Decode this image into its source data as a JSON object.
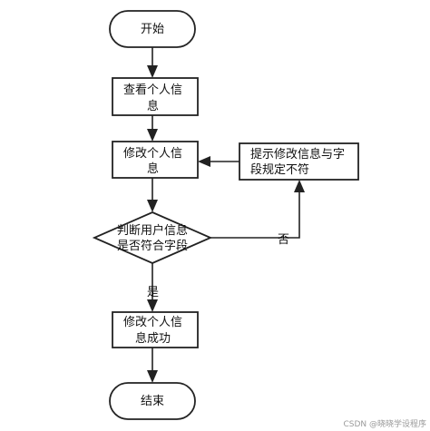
{
  "diagram": {
    "nodes": {
      "start": "开始",
      "view_line1": "查看个人信",
      "view_line2": "息",
      "edit_line1": "修改个人信",
      "edit_line2": "息",
      "decision_line1": "判断用户信息",
      "decision_line2": "是否符合字段",
      "prompt_line1": "提示修改信息与字",
      "prompt_line2": "段规定不符",
      "success_line1": "修改个人信",
      "success_line2": "息成功",
      "end": "结束"
    },
    "edge_labels": {
      "no": "否",
      "yes": "是"
    },
    "watermark": "CSDN @晓晓学设程序"
  }
}
